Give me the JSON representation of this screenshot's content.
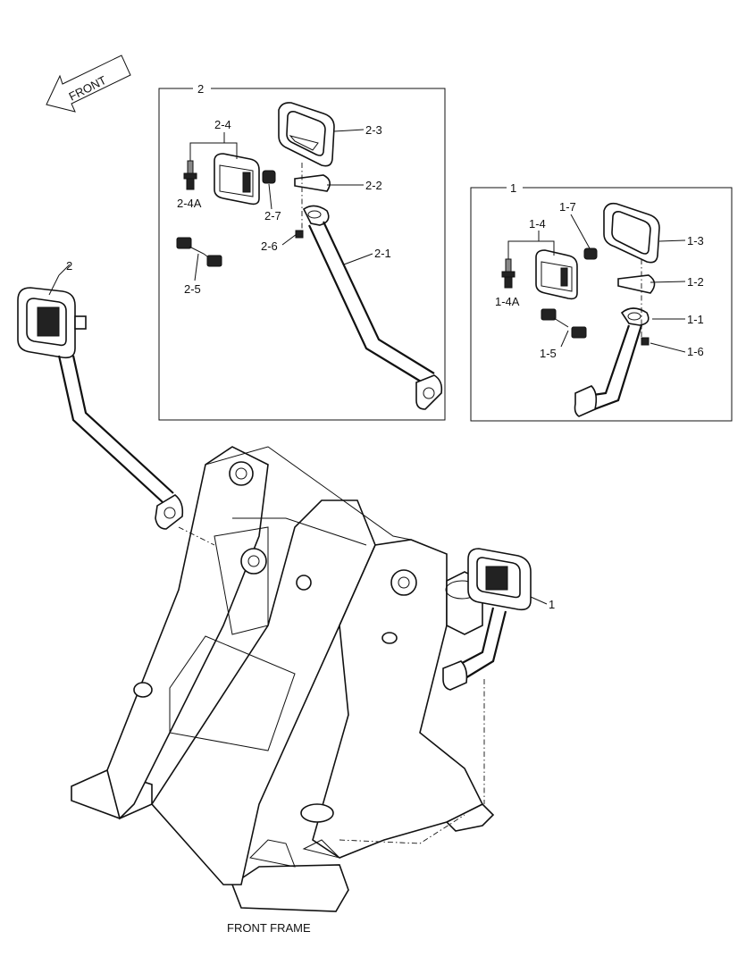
{
  "direction": {
    "label": "FRONT"
  },
  "caption": "FRONT FRAME",
  "boxes": [
    {
      "id": "2",
      "label": "2"
    },
    {
      "id": "1",
      "label": "1"
    }
  ],
  "callouts": {
    "box2": {
      "p2_4": "2-4",
      "p2_4A": "2-4A",
      "p2_3": "2-3",
      "p2_2": "2-2",
      "p2_7": "2-7",
      "p2_6": "2-6",
      "p2_1": "2-1",
      "p2_5": "2-5"
    },
    "box1": {
      "p1_7": "1-7",
      "p1_4": "1-4",
      "p1_4A": "1-4A",
      "p1_3": "1-3",
      "p1_2": "1-2",
      "p1_1": "1-1",
      "p1_5": "1-5",
      "p1_6": "1-6"
    },
    "main": {
      "left_assembly": "2",
      "right_assembly": "1"
    }
  }
}
